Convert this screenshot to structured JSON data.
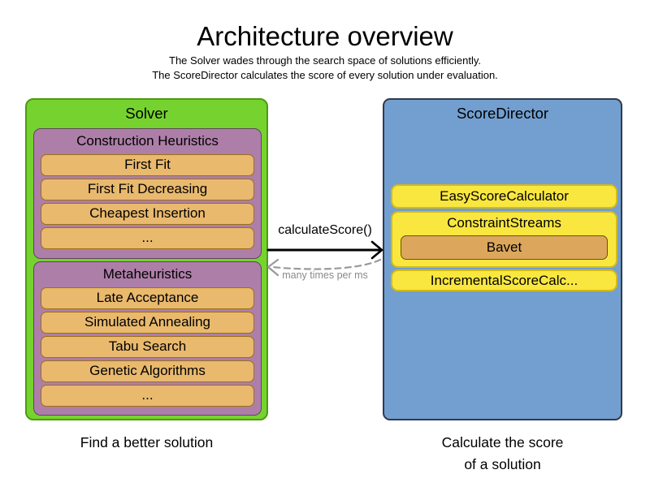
{
  "header": {
    "title": "Architecture overview",
    "subtitle_line1": "The Solver wades through the search space of solutions efficiently.",
    "subtitle_line2": "The ScoreDirector calculates the score of every solution under evaluation."
  },
  "solver": {
    "title": "Solver",
    "caption": "Find a better solution",
    "groups": [
      {
        "title": "Construction Heuristics",
        "items": [
          "First Fit",
          "First Fit Decreasing",
          "Cheapest Insertion",
          "..."
        ]
      },
      {
        "title": "Metaheuristics",
        "items": [
          "Late Acceptance",
          "Simulated Annealing",
          "Tabu Search",
          "Genetic Algorithms",
          "..."
        ]
      }
    ]
  },
  "score_director": {
    "title": "ScoreDirector",
    "caption_line1": "Calculate the score",
    "caption_line2": "of a solution",
    "items": [
      {
        "label": "EasyScoreCalculator"
      },
      {
        "label": "ConstraintStreams",
        "sub_items": [
          "Bavet"
        ]
      },
      {
        "label": "IncrementalScoreCalc..."
      }
    ]
  },
  "connection": {
    "call_label": "calculateScore()",
    "frequency_label": "many times per ms"
  },
  "colors": {
    "solver_fill": "#76d32f",
    "solver_border": "#4c9b10",
    "group_fill": "#ad7fa8",
    "group_border": "#5f4460",
    "item_fill": "#e9b96e",
    "item_border": "#9d6f12",
    "score_director_fill": "#729fcf",
    "score_director_border": "#2f3b4c",
    "calculator_fill": "#f9e73f",
    "calculator_border": "#d3ba19",
    "bavet_fill": "#dca75c",
    "bavet_border": "#6d5303",
    "arrow_solid": "#000000",
    "arrow_dashed": "#999999"
  }
}
